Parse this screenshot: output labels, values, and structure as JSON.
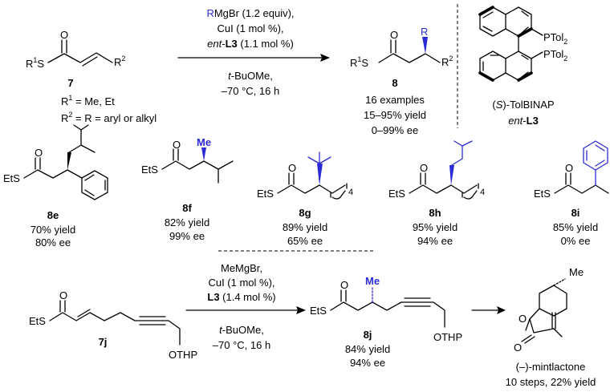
{
  "colors": {
    "ink": "#000000",
    "highlight": "#2b2bd6"
  },
  "top_reaction": {
    "substrate": {
      "atoms": {
        "o": "O",
        "r1s": "R",
        "r1s_sup": "1",
        "r1s_tail": "S",
        "r2": "R",
        "r2_sup": "2"
      },
      "number": "7",
      "defs": [
        {
          "a": "R",
          "sup": "1",
          "b": " = Me, Et"
        },
        {
          "a": "R",
          "sup": "2",
          "b": " = R = aryl or alkyl"
        }
      ]
    },
    "conditions_above": [
      {
        "hl": "R",
        "rest": "MgBr (1.2 equiv),"
      },
      {
        "rest": "CuI (1 mol %),"
      },
      {
        "it": "ent",
        "mid": "-",
        "b": "L3",
        "rest": " (1.1 mol %)"
      }
    ],
    "conditions_below": [
      {
        "it": "t",
        "rest": "-BuOMe,"
      },
      {
        "rest": "–70 °C, 16 h"
      }
    ],
    "product": {
      "atoms": {
        "o": "O",
        "r": "R",
        "r1s": "R",
        "r1s_sup": "1",
        "r1s_tail": "S",
        "r2": "R",
        "r2_sup": "2"
      },
      "number": "8",
      "lines": [
        "16 examples",
        "15–95% yield",
        "0–99% ee"
      ]
    },
    "ligand": {
      "p1": "PTol",
      "p1_sub": "2",
      "p2": "PTol",
      "p2_sub": "2",
      "name_paren_open": "(",
      "name_s": "S",
      "name_rest": ")-TolBINAP",
      "code_it": "ent",
      "code_dash": "-",
      "code_b": "L3"
    }
  },
  "examples": [
    {
      "id": "8e",
      "lines": [
        "70% yield",
        "80% ee"
      ]
    },
    {
      "id": "8f",
      "me": "Me",
      "lines": [
        "82% yield",
        "99% ee"
      ]
    },
    {
      "id": "8g",
      "sub": "4",
      "lines": [
        "89% yield",
        "65% ee"
      ]
    },
    {
      "id": "8h",
      "sub": "4",
      "lines": [
        "95% yield",
        "94% ee"
      ]
    },
    {
      "id": "8i",
      "lines": [
        "85% yield",
        "0% ee"
      ]
    }
  ],
  "examples_atoms": {
    "o": "O",
    "ets": "EtS"
  },
  "bottom_reaction": {
    "substrate": {
      "o": "O",
      "ets": "EtS",
      "othp": "OTHP",
      "number": "7j"
    },
    "conditions_above": [
      {
        "rest": "MeMgBr,"
      },
      {
        "rest": "CuI (1 mol %),"
      },
      {
        "b": "L3",
        "rest": " (1.4 mol %)"
      }
    ],
    "conditions_below": [
      {
        "it": "t",
        "rest": "-BuOMe,"
      },
      {
        "rest": "–70 °C, 16 h"
      }
    ],
    "product": {
      "o": "O",
      "ets": "EtS",
      "me": "Me",
      "othp": "OTHP",
      "number": "8j",
      "lines": [
        "84% yield",
        "94% ee"
      ]
    },
    "target": {
      "me": "Me",
      "o1": "O",
      "o2": "O",
      "name": "(–)-mintlactone",
      "steps": "10 steps, 22% yield"
    }
  }
}
